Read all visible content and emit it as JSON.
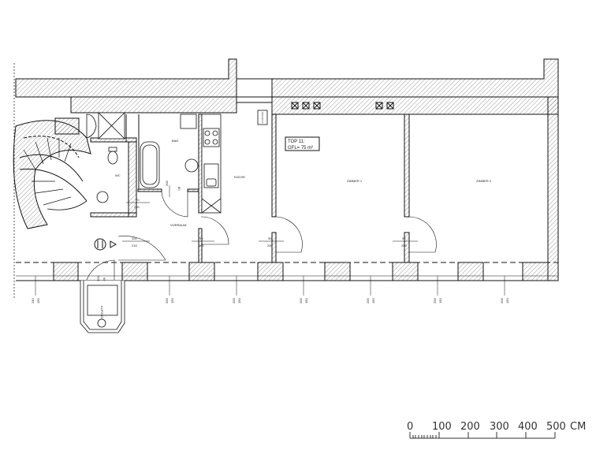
{
  "rooms": {
    "bad": "BAD",
    "wc": "WC",
    "kueche": "KÜCHE",
    "vorraum": "VORRAUM",
    "zimmer1": "ZIMMER 1",
    "zimmer2": "ZIMMER 2",
    "aufzug": "AUFZUG",
    "schacht": "SCHACHT"
  },
  "unit_box": {
    "line1": "TOP 11:",
    "line2": "GFL= 75 m²"
  },
  "doors": [
    {
      "w": "100",
      "h": "215"
    },
    {
      "w": "70",
      "h": "200"
    },
    {
      "w": "90",
      "h": "200"
    },
    {
      "w": "90",
      "h": "200"
    },
    {
      "w": "90",
      "h": "200"
    },
    {
      "w": "80",
      "h": "200"
    }
  ],
  "windows": [
    {
      "w": "240",
      "h": "150"
    },
    {
      "w": "200",
      "h": "150"
    },
    {
      "w": "200",
      "h": "150"
    },
    {
      "w": "200",
      "h": "150"
    },
    {
      "w": "200",
      "h": "150"
    },
    {
      "w": "200",
      "h": "150"
    },
    {
      "w": "200",
      "h": "150"
    }
  ],
  "elevator_door": {
    "w": "90",
    "h": "200"
  },
  "scale_bar": {
    "labels": [
      "0",
      "100",
      "200",
      "300",
      "400",
      "500"
    ],
    "unit": "CM"
  }
}
